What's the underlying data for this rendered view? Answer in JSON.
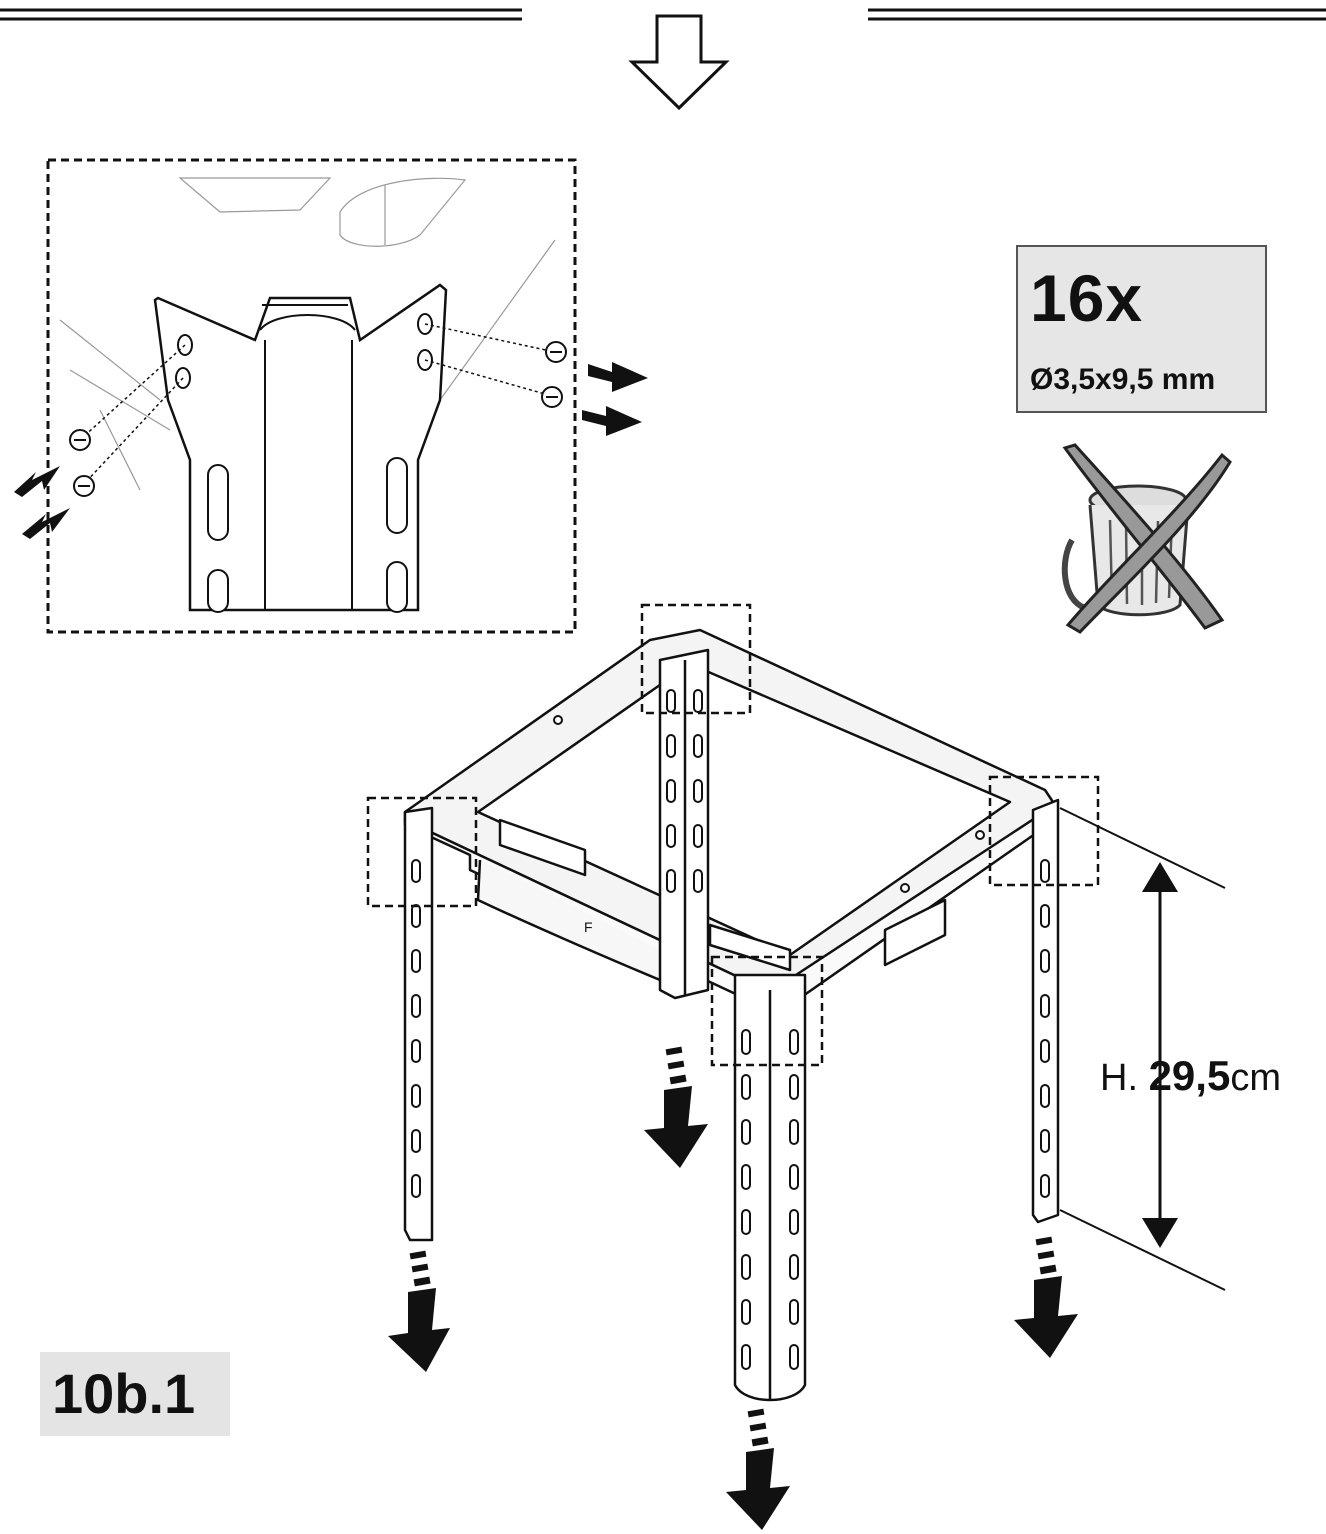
{
  "screws": {
    "count_label": "16x",
    "size_label": "Ø3,5x9,5 mm",
    "screw_icon": "screw-icon",
    "discard_icon": "crossed-out-trash-bin-icon"
  },
  "step": {
    "number": "10b.1"
  },
  "height": {
    "prefix": "H. ",
    "value": "29,5",
    "unit": "cm"
  },
  "frame": {
    "front_marker": "F"
  },
  "icons": {
    "down_arrow": "hollow-down-arrow-icon",
    "removal_arrows": "removal-arrow-icon"
  }
}
